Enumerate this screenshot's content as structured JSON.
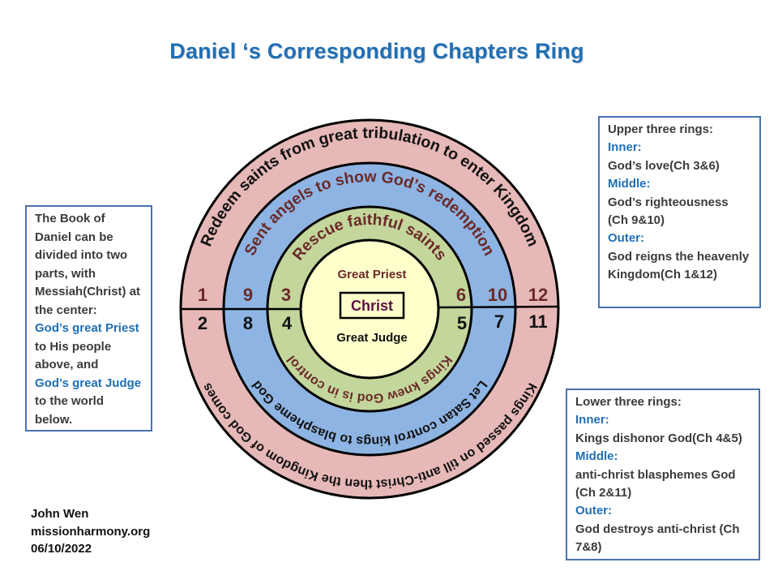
{
  "title": "Daniel ‘s Corresponding Chapters Ring",
  "colors": {
    "title": "#1f6fb5",
    "outer_ring": "#e6b8b7",
    "middle_ring": "#8eb4e3",
    "inner_ring": "#c3d69b",
    "center": "#ffffcc",
    "upper_text": "#6b2a2a",
    "lower_text": "#111111",
    "christ_text": "#5a1040"
  },
  "center": {
    "upper_label": "Great Priest",
    "christ_label": "Christ",
    "lower_label": "Great Judge"
  },
  "rings": {
    "outer": {
      "upper_text": "Redeem saints from great tribulation to enter Kingdom",
      "lower_text": "Kings passed on till anti-Christ then the Kingdom of God comes",
      "chapters_upper": [
        "1",
        "12"
      ],
      "chapters_lower": [
        "2",
        "11"
      ]
    },
    "middle": {
      "upper_text": "Sent angels to show God’s redemption",
      "lower_text": "Let Satan control kings to blaspheme God",
      "chapters_upper": [
        "9",
        "10"
      ],
      "chapters_lower": [
        "8",
        "7"
      ]
    },
    "inner": {
      "upper_text": "Rescue faithful saints",
      "lower_text": "Kings knew God is in control",
      "chapters_upper": [
        "3",
        "6"
      ],
      "chapters_lower": [
        "4",
        "5"
      ]
    }
  },
  "left_box": {
    "intro": "The Book of Daniel can be divided into two parts, with Messiah(Christ) at the center:",
    "priest": "God’s great Priest",
    "priest_tail": "to His people above, and",
    "judge": "God’s great Judge",
    "judge_tail": "to the world below."
  },
  "upper_box": {
    "heading": "Upper three rings:",
    "inner_label": "Inner:",
    "inner_text": "God’s love(Ch 3&6)",
    "middle_label": "Middle:",
    "middle_text": "God’s righteousness (Ch 9&10)",
    "outer_label": "Outer:",
    "outer_text": "God reigns the heavenly Kingdom(Ch 1&12)"
  },
  "lower_box": {
    "heading": "Lower three rings:",
    "inner_label": "Inner:",
    "inner_text": "Kings dishonor God(Ch 4&5)",
    "middle_label": "Middle:",
    "middle_text": "anti-christ blasphemes God (Ch 2&11)",
    "outer_label": "Outer:",
    "outer_text": "God destroys anti-christ (Ch 7&8)"
  },
  "credit": {
    "author": "John Wen",
    "site": "missionharmony.org",
    "date": "06/10/2022"
  }
}
